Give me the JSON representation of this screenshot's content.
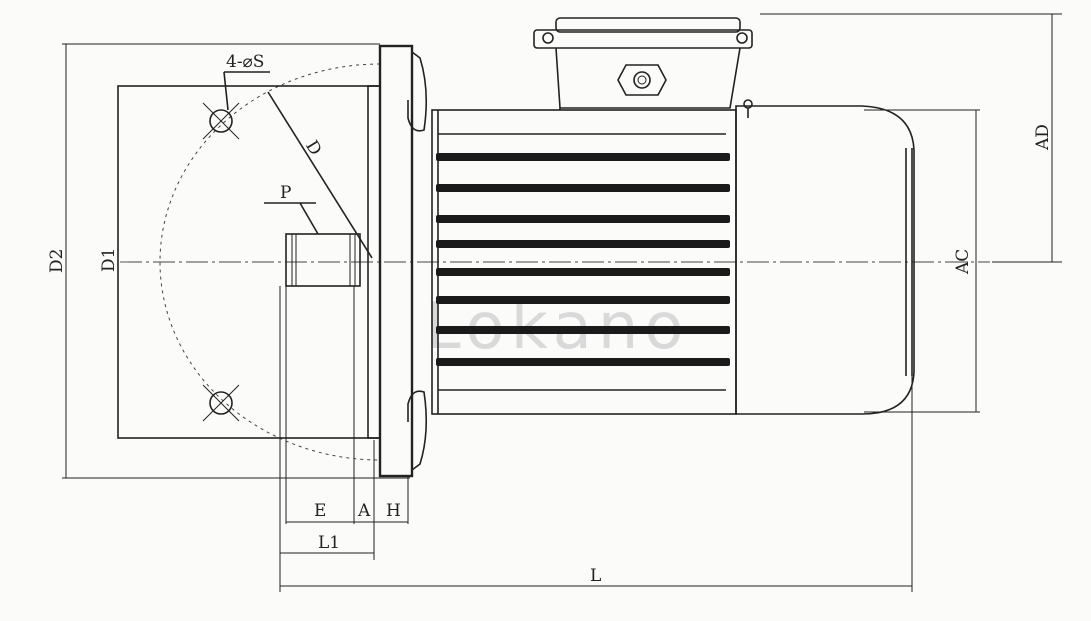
{
  "watermark": "Lokano",
  "labels": {
    "holes": "4-⌀S",
    "D": "D",
    "P": "P",
    "D2": "D2",
    "D1": "D1",
    "AC": "AC",
    "AD": "AD",
    "E": "E",
    "A": "A",
    "H": "H",
    "L1": "L1",
    "L": "L"
  }
}
